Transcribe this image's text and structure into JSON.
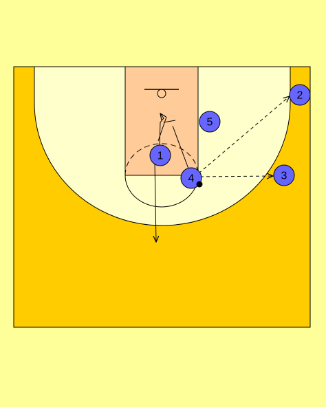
{
  "colors": {
    "background": "#ffff99",
    "court": "#ffcc00",
    "three_point_area": "#ffffcc",
    "paint": "#ffcc99",
    "player": "#6666ff",
    "ball": "#000000"
  },
  "players": [
    {
      "id": "p1",
      "label": "1"
    },
    {
      "id": "p2",
      "label": "2"
    },
    {
      "id": "p3",
      "label": "3"
    },
    {
      "id": "p4",
      "label": "4"
    },
    {
      "id": "p5",
      "label": "5"
    }
  ],
  "actions": {
    "pass_4_to_2": "pass-arrow",
    "pass_4_to_3": "pass-arrow",
    "cut_1_baseline": "cut-arrow",
    "cut_1_down": "cut-arrow",
    "screen_4": "screen-arc"
  }
}
